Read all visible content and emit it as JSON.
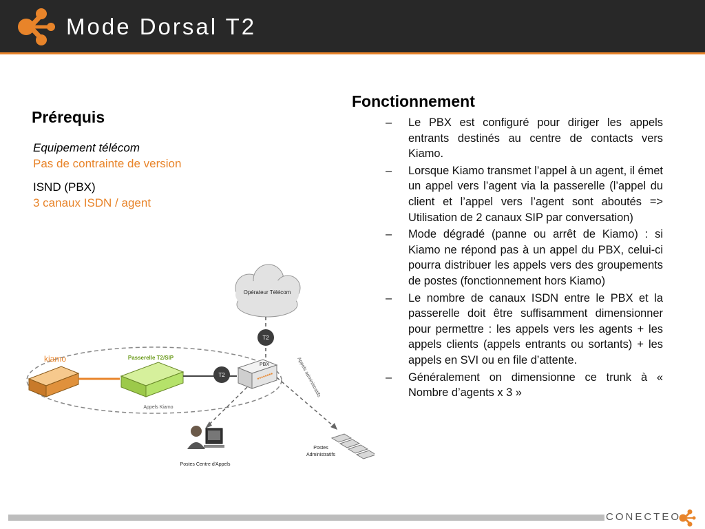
{
  "slide": {
    "title": "Mode Dorsal T2"
  },
  "left": {
    "heading": "Prérequis",
    "items": [
      {
        "label": "Equipement télécom",
        "value": "Pas de contrainte de version"
      },
      {
        "label": "ISND (PBX)",
        "value": "3 canaux ISDN / agent"
      }
    ]
  },
  "right": {
    "heading": "Fonctionnement",
    "bullets": [
      "Le PBX est configuré pour diriger les appels entrants destinés au centre de contacts vers Kiamo.",
      "Lorsque Kiamo transmet l’appel à un agent, il émet un appel vers l’agent via la passerelle (l’appel du client et l’appel vers l’agent sont aboutés => Utilisation de 2 canaux SIP par conversation)",
      "Mode dégradé (panne ou arrêt de Kiamo) : si Kiamo ne répond pas à un appel du PBX, celui-ci pourra distribuer les appels vers des groupements de postes (fonctionnement hors Kiamo)",
      "Le nombre de canaux ISDN entre le PBX et la passerelle doit être suffisamment dimensionner pour permettre : les appels vers les agents + les appels clients (appels entrants ou sortants) + les appels en SVI ou en file d’attente.",
      "Généralement on dimensionne ce trunk à « Nombre d’agents x 3 »"
    ]
  },
  "diagram": {
    "cloud_label": "Opérateur Télécom",
    "t2_top": "T2",
    "t2_mid": "T2",
    "gateway_label": "Passerelle T2/SIP",
    "kiamo_label": "kiamo",
    "pbx_label": "PBX",
    "calls_kiamo": "Appels Kiamo",
    "calls_admin": "Appels administratifs",
    "agents_label": "Postes Centre d'Appels",
    "admin_line1": "Postes",
    "admin_line2": "Administratifs"
  },
  "footer": {
    "brand": "CONECTEO"
  },
  "colors": {
    "accent": "#e8842a",
    "header": "#282828",
    "gateway": "#b5e26a"
  }
}
